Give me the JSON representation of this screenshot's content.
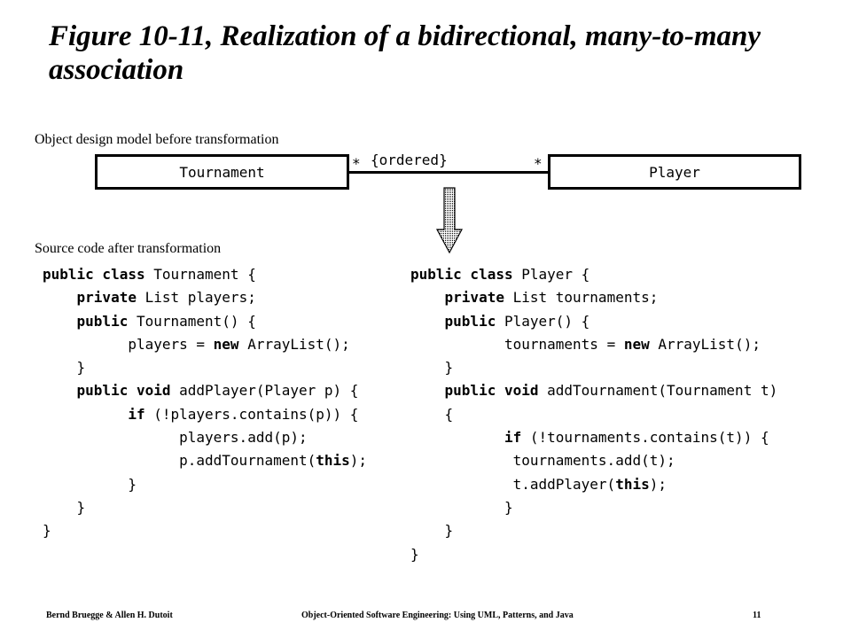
{
  "title": "Figure 10-11, Realization of a bidirectional, many-to-many association",
  "model_label": "Object design model before transformation",
  "source_label": "Source code after transformation",
  "uml": {
    "left_class": "Tournament",
    "right_class": "Player",
    "left_multiplicity": "*",
    "right_multiplicity": "*",
    "constraint": "{ordered}"
  },
  "code_left": {
    "line1_kw": "public class",
    "line1_rest": " Tournament {",
    "line2_kw": "private",
    "line2_rest": " List players;",
    "line3_kw": "public",
    "line3_rest": " Tournament() {",
    "line4_pre": "players = ",
    "line4_kw": "new",
    "line4_post": " ArrayList();",
    "line5": "}",
    "line6_kw": "public void",
    "line6_rest": " addPlayer(Player p) {",
    "line7_kw": "if",
    "line7_rest": " (!players.contains(p)) {",
    "line8": "players.add(p);",
    "line9_pre": "p.addTournament(",
    "line9_kw": "this",
    "line9_post": ");",
    "line10": "}",
    "line11": "}",
    "line12": "}"
  },
  "code_right": {
    "line1_kw": "public class",
    "line1_rest": " Player {",
    "line2_kw": "private",
    "line2_rest": " List tournaments;",
    "line3_kw": "public",
    "line3_rest": " Player() {",
    "line4_pre": "tournaments = ",
    "line4_kw": "new",
    "line4_post": " ArrayList();",
    "line5": "}",
    "line6_kw": "public void",
    "line6_rest": " addTournament(Tournament t)",
    "line7": "{",
    "line8_kw": "if",
    "line8_rest": " (!tournaments.contains(t)) {",
    "line9": "tournaments.add(t);",
    "line10_pre": "t.addPlayer(",
    "line10_kw": "this",
    "line10_post": ");",
    "line11": "}",
    "line12": "}",
    "line13": "}"
  },
  "footer": {
    "authors": "Bernd Bruegge & Allen H. Dutoit",
    "book": "Object-Oriented Software Engineering: Using UML, Patterns, and Java",
    "page": "11"
  },
  "arrow_icon": "down-arrow-icon"
}
